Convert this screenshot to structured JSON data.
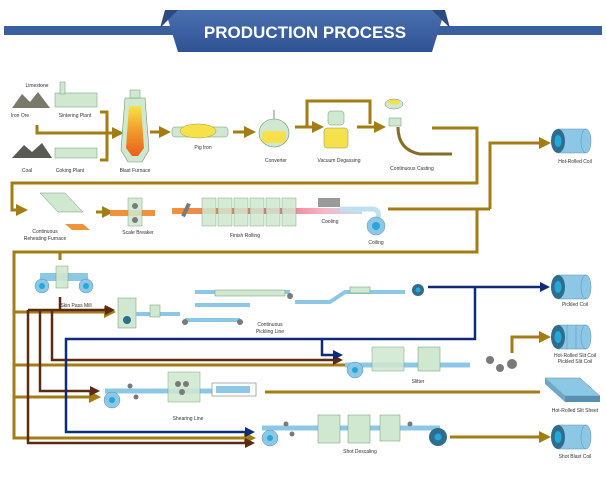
{
  "title": "PRODUCTION PROCESS",
  "colors": {
    "banner": "#3a5f9e",
    "banner_dark": "#2c4a80",
    "pipe_gold": "#a47c14",
    "pipe_brown": "#5a2a14",
    "pipe_navy": "#0f2a78",
    "equipment_green": "#cfe8cf",
    "equipment_green_stroke": "#6b9a6b",
    "belt_blue": "#8cc8e6",
    "belt_stroke": "#5a8fb0",
    "coil_core": "#25a7d9",
    "molten_yellow": "#f7e14a",
    "slab_orange": "#f0923a",
    "roller_gray": "#7a7a7a"
  },
  "stages": {
    "raw": {
      "limestone": "Limestone",
      "iron_ore": "Iron Ore",
      "sintering_plant": "Sintering Plant",
      "coal": "Coal",
      "coking_plant": "Coking Plant"
    },
    "ironmaking": {
      "blast_furnace": "Blast Furnace",
      "pig_iron": "Pig Iron"
    },
    "steelmaking": {
      "converter": "Converter",
      "vacuum_degassing": "Vacuum Degassing",
      "continuous_casting": "Continuous Casting"
    },
    "hot_rolling": {
      "reheating_furnace": [
        "Continuous",
        "Reheating Furnace"
      ],
      "scale_breaker": "Scale Breaker",
      "finish_rolling": "Finish Rolling",
      "cooling": "Cooling",
      "coiling": "Coiling"
    },
    "downstream": {
      "skin_pass_mill": "Skin Pass Mill",
      "continuous_pickling_line": [
        "Continuous",
        "Pickling Line"
      ],
      "slitter": "Slitter",
      "shearing_line": "Shearing Line",
      "shot_descaling": "Shot Descaling"
    }
  },
  "products": {
    "hot_rolled_coil": "Hot-Rolled Coil",
    "pickled_coil": "Pickled Coil",
    "hot_rolled_slit_coil": "Hot-Rolled Slit Coil",
    "pickled_slit_coil": "Pickled Slit Coil",
    "hot_rolled_slit_sheet": "Hot-Rolled Slit Sheet",
    "shot_blast_coil": "Shot Blast Coil"
  }
}
